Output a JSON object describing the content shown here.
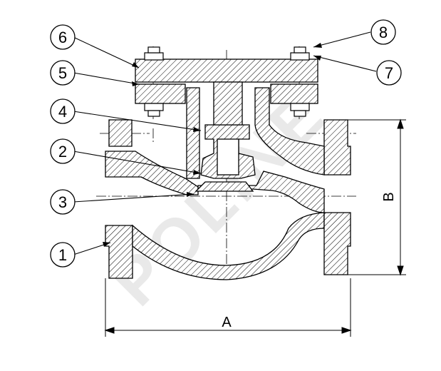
{
  "callouts": [
    {
      "id": "1",
      "label": "1"
    },
    {
      "id": "2",
      "label": "2"
    },
    {
      "id": "3",
      "label": "3"
    },
    {
      "id": "4",
      "label": "4"
    },
    {
      "id": "5",
      "label": "5"
    },
    {
      "id": "6",
      "label": "6"
    },
    {
      "id": "7",
      "label": "7"
    },
    {
      "id": "8",
      "label": "8"
    }
  ],
  "dimensions": {
    "width_label": "A",
    "height_label": "B"
  },
  "watermark": "POLINE",
  "colors": {
    "line": "#000000",
    "hatch": "#000000",
    "watermark": "#d8d8d8",
    "background": "#ffffff"
  }
}
